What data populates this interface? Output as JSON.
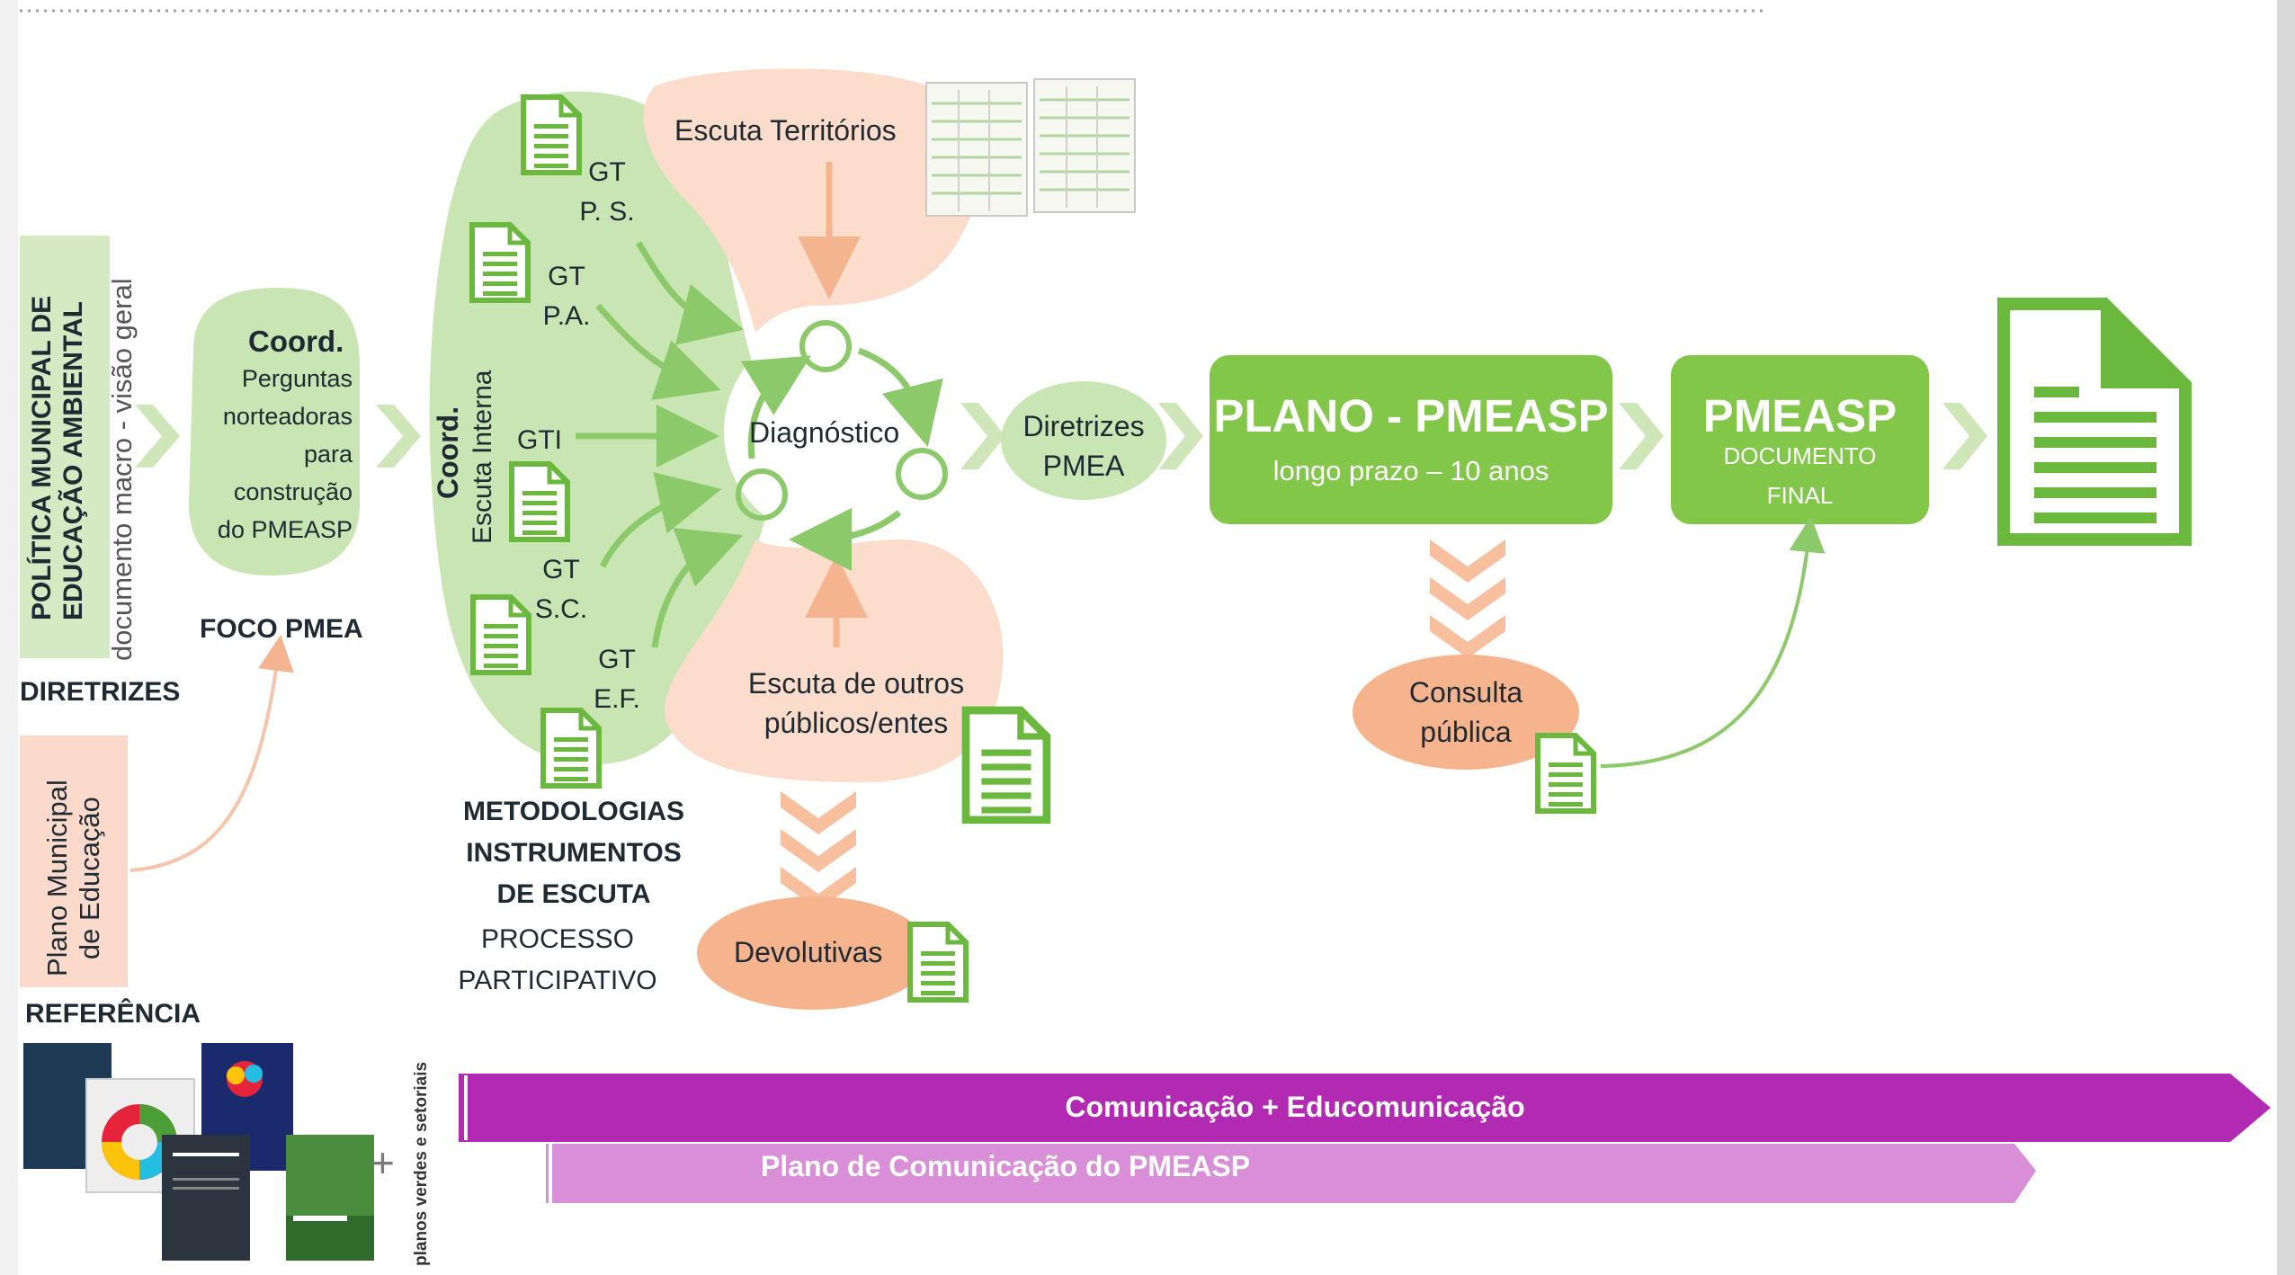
{
  "left": {
    "politica_line1": "POLÍTICA MUNICIPAL DE",
    "politica_line2": "EDUCAÇÃO AMBIENTAL",
    "politica_sub": "documento macro - visão geral",
    "diretrizes": "DIRETRIZES",
    "plano_line1": "Plano Municipal",
    "plano_line2": "de Educação",
    "referencia": "REFERÊNCIA",
    "planos_verdes": "planos verdes e setoriais",
    "plus": "+"
  },
  "foco": {
    "coord": "Coord.",
    "lines": [
      "Perguntas",
      "norteadoras",
      "para",
      "construção",
      "do PMEASP"
    ],
    "label": "FOCO PMEA"
  },
  "escuta_interna": {
    "coord": "Coord.",
    "label": "Escuta Interna",
    "gt_ps": [
      "GT",
      "P. S."
    ],
    "gt_pa": [
      "GT",
      "P.A."
    ],
    "gti": "GTI",
    "gt_sc": [
      "GT",
      "S.C."
    ],
    "gt_ef": [
      "GT",
      "E.F."
    ]
  },
  "metodologias": {
    "lines": [
      "METODOLOGIAS",
      "INSTRUMENTOS",
      "DE ESCUTA"
    ],
    "processo": [
      "PROCESSO",
      "PARTICIPATIVO"
    ]
  },
  "center": {
    "escuta_territorios": "Escuta Territórios",
    "diagnostico": "Diagnóstico",
    "escuta_outros": [
      "Escuta de outros",
      "públicos/entes"
    ],
    "devolutivas": "Devolutivas",
    "diretrizes": [
      "Diretrizes",
      "PMEA"
    ]
  },
  "plano": {
    "title": "PLANO - PMEASP",
    "sub": "longo prazo – 10 anos",
    "consulta": [
      "Consulta",
      "pública"
    ]
  },
  "final": {
    "title": "PMEASP",
    "sub1": "DOCUMENTO",
    "sub2": "FINAL"
  },
  "bottom": {
    "comunicacao": "Comunicação + Educomunicação",
    "plano_comunicacao": "Plano de Comunicação do PMEASP"
  },
  "colors": {
    "green_light": "#c9e5b3",
    "green_mid": "#b7d99a",
    "green_bright": "#82c64a",
    "green_doc": "#6ab83e",
    "peach": "#fbd9c8",
    "salmon": "#f4b18b",
    "magenta": "#b22ab1",
    "lilac": "#d990d8"
  }
}
